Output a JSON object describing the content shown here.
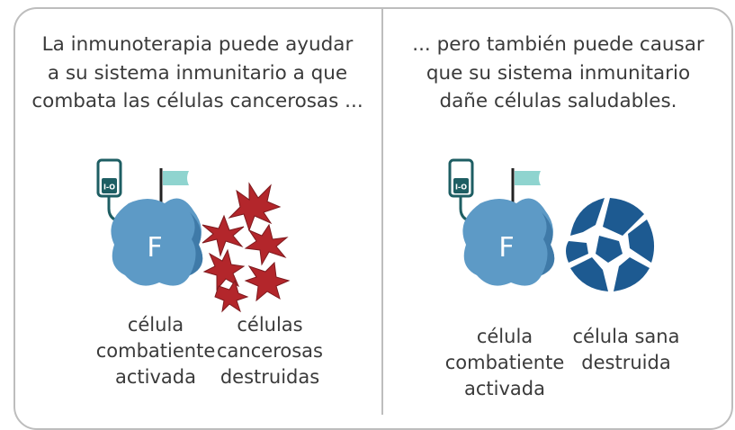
{
  "left_panel": {
    "heading_lines": [
      "La inmunoterapia puede ayudar",
      "a su sistema inmunitario a que",
      "combata las células cancerosas ..."
    ],
    "fighter_letter": "F",
    "iv_label": "I-O",
    "caption_fighter": [
      "célula",
      "combatiente",
      "activada"
    ],
    "caption_target": [
      "células",
      "cancerosas",
      "destruidas"
    ]
  },
  "right_panel": {
    "heading_lines": [
      "... pero también puede causar",
      "que su sistema inmunitario",
      "dañe células saludables."
    ],
    "fighter_letter": "F",
    "iv_label": "I-O",
    "caption_fighter": [
      "célula",
      "combatiente",
      "activada"
    ],
    "caption_target": [
      "célula sana",
      "destruida"
    ]
  },
  "colors": {
    "border": "#bdbdbd",
    "text": "#3a3a3a",
    "fighter_cell": "#5d9ac6",
    "fighter_cell_dark": "#3f7aa8",
    "iv_bag": "#1e5e63",
    "flag": "#8fd4cf",
    "cancer_cell": "#b3262b",
    "healthy_cell": "#1d5a91"
  }
}
